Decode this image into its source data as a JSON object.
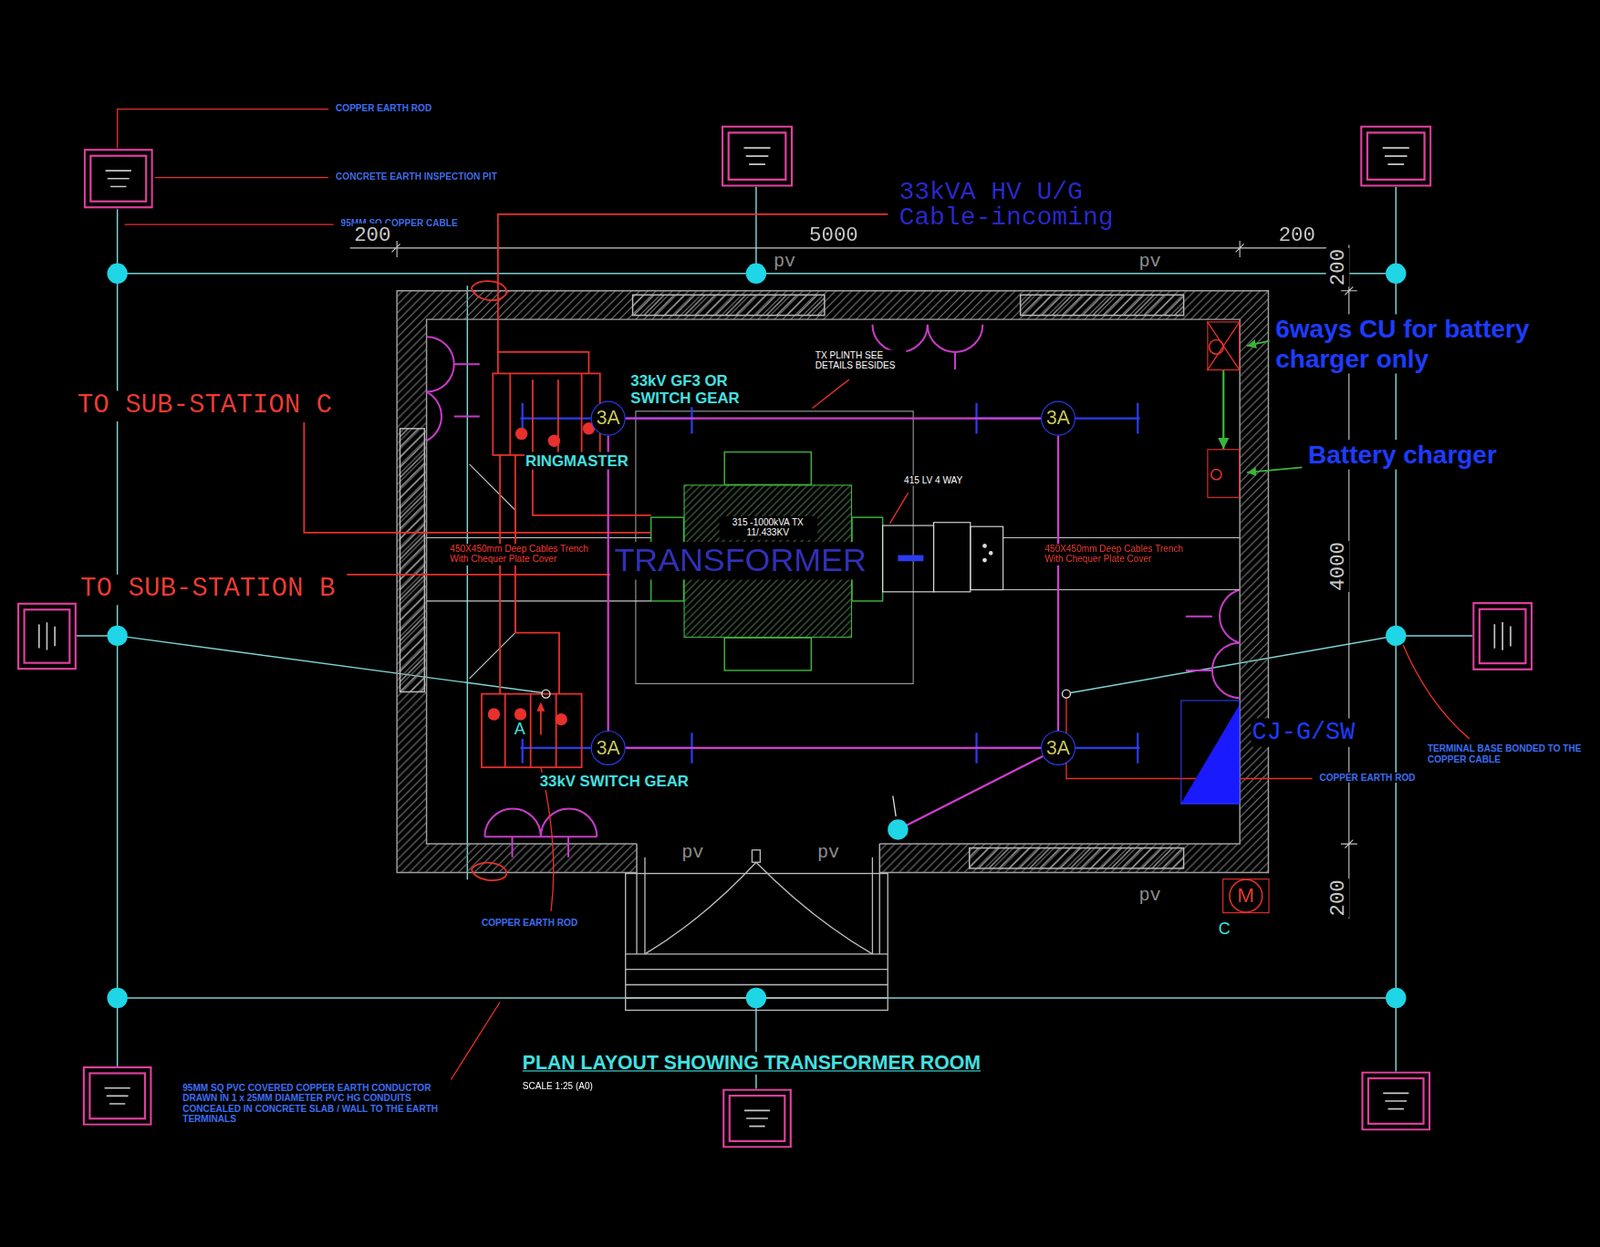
{
  "diagram": {
    "title": "PLAN LAYOUT SHOWING TRANSFORMER ROOM",
    "caption": "SCALE 1:25 (A0)",
    "nodes": [
      {
        "text": [
          "6ways CU for battery charger only"
        ]
      },
      {
        "text": [
          "3A"
        ]
      },
      {
        "text": [
          "3A"
        ]
      },
      {
        "text": [
          "Battery charger"
        ]
      },
      {
        "text": [
          "315 -1000kVA TX 11/.433KV"
        ]
      },
      {
        "text": [
          "3A"
        ]
      },
      {
        "text": [
          "CJ-G/SW"
        ]
      },
      {
        "text": [
          "3A"
        ]
      },
      {
        "text": [
          "M",
          "C"
        ]
      }
    ],
    "edges": [
      {
        "from": 1,
        "to": 2,
        "arrow": "none"
      },
      {
        "from": 2,
        "to": 7,
        "arrow": "none"
      },
      {
        "from": 7,
        "to": 5,
        "arrow": "none"
      },
      {
        "from": 5,
        "to": 1,
        "arrow": "none"
      },
      {
        "from": 0,
        "to": 3,
        "arrow": "to"
      }
    ],
    "labels": [
      "COPPER EARTH ROD",
      "CONCRETE EARTH INSPECTION PIT",
      "95MM SQ COPPER CABLE",
      "33kVA HV U/G Cable-incoming",
      "200",
      "5000",
      "200",
      "pv",
      "pv",
      "200",
      "TO SUB-STATION C",
      "33kV GF3 OR SWITCH GEAR",
      "TX PLINTH SEE DETAILS BESIDES",
      "RINGMASTER",
      "415 LV 4 WAY",
      "450X450mm Deep Cables Trench With Chequer Plate Cover",
      "TRANSFORMER",
      "450X450mm Deep Cables Trench With Chequer Plate Cover",
      "4000",
      "TO SUB-STATION B",
      "A",
      "33kV SWITCH GEAR",
      "COPPER EARTH ROD",
      "TERMINAL BASE BONDED TO THE COPPER CABLE",
      "pv",
      "pv",
      "pv",
      "200",
      "COPPER EARTH ROD",
      "95MM SQ PVC COVERED COPPER EARTH CONDUCTOR DRAWN IN 1 x 25MM DIAMETER PVC HG CONDUITS CONCEALED IN CONCRETE SLAB / WALL TO THE EARTH TERMINALS"
    ]
  }
}
